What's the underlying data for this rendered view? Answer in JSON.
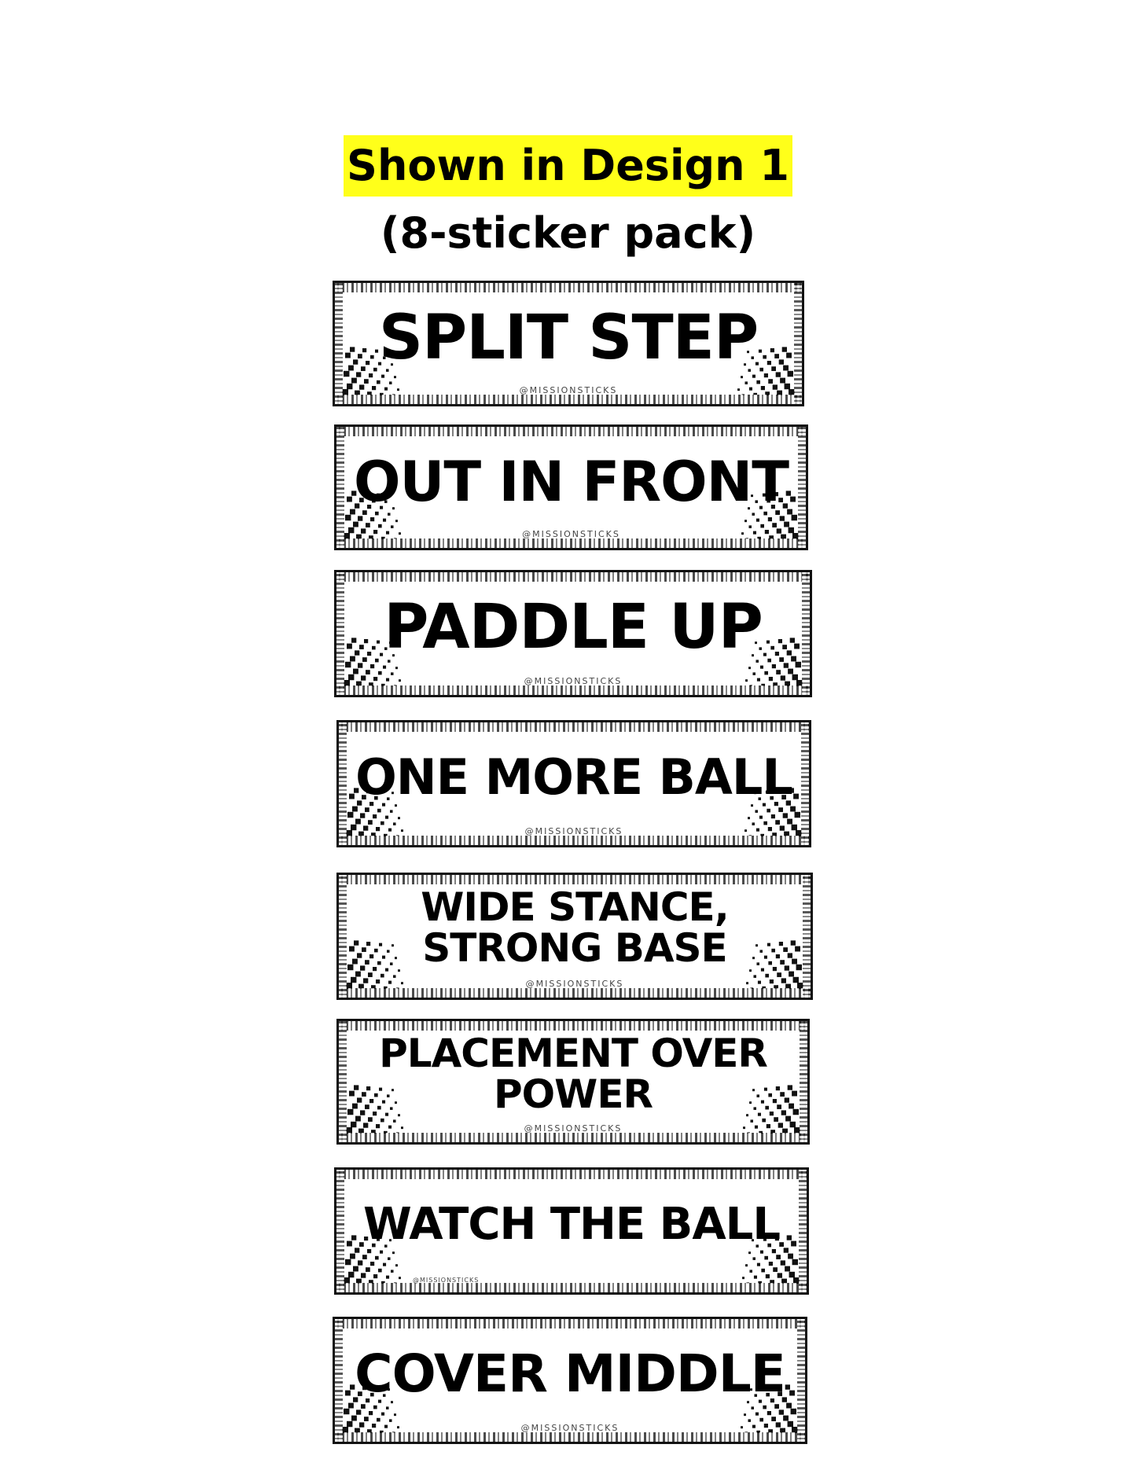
{
  "header": {
    "title": "Shown in Design 1",
    "subtitle": "(8-sticker pack)",
    "highlight_color": "#ffff1a"
  },
  "stickers": [
    {
      "text": "SPLIT STEP",
      "handle": "@MISSIONSTICKS"
    },
    {
      "text": "OUT IN FRONT",
      "handle": "@MISSIONSTICKS"
    },
    {
      "text": "PADDLE UP",
      "handle": "@MISSIONSTICKS"
    },
    {
      "text": "ONE MORE BALL",
      "handle": "@MISSIONSTICKS"
    },
    {
      "text": "WIDE STANCE, STRONG BASE",
      "handle": "@MISSIONSTICKS"
    },
    {
      "text": "PLACEMENT OVER POWER",
      "handle": "@MISSIONSTICKS"
    },
    {
      "text": "WATCH THE BALL",
      "handle": "@MISSIONSTICKS"
    },
    {
      "text": "COVER MIDDLE",
      "handle": "@MISSIONSTICKS"
    }
  ]
}
